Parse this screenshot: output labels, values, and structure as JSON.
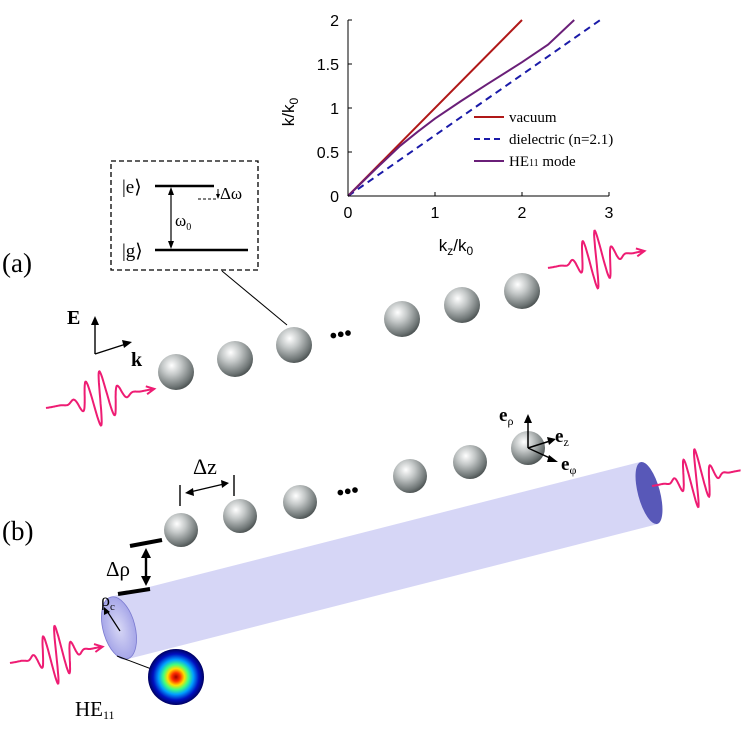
{
  "colors": {
    "vacuum": "#b01818",
    "dielectric": "#1a1aa8",
    "he11": "#6a1f78",
    "pulse": "#ee1c73",
    "fiber": "#8e8ee0"
  },
  "labels": {
    "panel_a": "(a)",
    "panel_b": "(b)",
    "ket_e": "|e⟩",
    "ket_g": "|g⟩",
    "omega0": "ω",
    "omega0_sub": "0",
    "delta_omega": "Δω",
    "E_field": "E",
    "k_vec": "k",
    "dots": "•••",
    "delta_z": "Δz",
    "delta_rho": "Δρ",
    "rho_c": "ρ",
    "rho_c_sub": "c",
    "e_rho": "e",
    "e_rho_sub": "ρ",
    "e_z": "e",
    "e_z_sub": "z",
    "e_phi": "e",
    "e_phi_sub": "φ",
    "he11": "HE",
    "he11_sub": "11"
  },
  "chart_data": {
    "type": "line",
    "xlabel": "k",
    "xlabel_sub": "z",
    "xlabel_tail": "/k",
    "xlabel_tail_sub": "0",
    "ylabel": "k/k",
    "ylabel_sub": "0",
    "xlim": [
      0,
      3
    ],
    "ylim": [
      0,
      2
    ],
    "xticks": [
      0,
      1,
      2,
      3
    ],
    "yticks": [
      0,
      0.5,
      1,
      1.5,
      2
    ],
    "grid": false,
    "legend_position": "bottom-right",
    "series": [
      {
        "name": "vacuum",
        "style": "solid",
        "x": [
          0,
          2
        ],
        "y": [
          0,
          2
        ]
      },
      {
        "name": "dielectric (n=2.1)",
        "style": "dashed",
        "x": [
          0,
          2.9
        ],
        "y": [
          0,
          2
        ]
      },
      {
        "name": "HE",
        "name_sub": "11",
        "name_tail": " mode",
        "style": "solid",
        "x": [
          0,
          0.3,
          0.6,
          0.8,
          1.0,
          1.3,
          1.6,
          2.0,
          2.3,
          2.6
        ],
        "y": [
          0,
          0.29,
          0.57,
          0.73,
          0.88,
          1.08,
          1.27,
          1.52,
          1.72,
          2.0
        ]
      }
    ]
  }
}
